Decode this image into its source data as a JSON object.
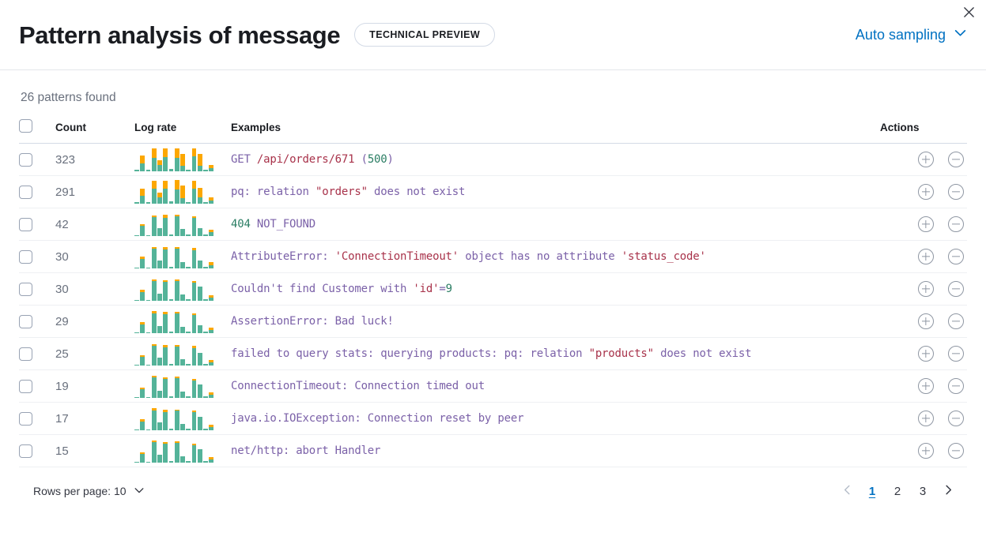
{
  "header": {
    "title": "Pattern analysis of message",
    "badge": "TECHNICAL PREVIEW",
    "sampling_label": "Auto sampling",
    "sampling_icon": "chevron-down-icon",
    "close_icon": "close-icon"
  },
  "summary": {
    "patterns_found": "26 patterns found"
  },
  "table": {
    "columns": {
      "select": "",
      "count": "Count",
      "log_rate": "Log rate",
      "examples": "Examples",
      "actions": "Actions"
    },
    "action_icons": {
      "include": "circle-plus-icon",
      "exclude": "circle-minus-icon"
    },
    "rows": [
      {
        "count": "323",
        "example_plain": "GET /api/orders/671 (500)",
        "example_tokens": [
          {
            "t": "GET ",
            "c": "base"
          },
          {
            "t": "/api/orders/671",
            "c": "str"
          },
          {
            "t": " (",
            "c": "base"
          },
          {
            "t": "500",
            "c": "num"
          },
          {
            "t": ")",
            "c": "base"
          }
        ],
        "bars": [
          {
            "b": 6,
            "o": 0
          },
          {
            "b": 34,
            "o": 32
          },
          {
            "b": 6,
            "o": 0
          },
          {
            "b": 58,
            "o": 40
          },
          {
            "b": 26,
            "o": 22
          },
          {
            "b": 60,
            "o": 38
          },
          {
            "b": 11,
            "o": 0
          },
          {
            "b": 56,
            "o": 42
          },
          {
            "b": 22,
            "o": 52
          },
          {
            "b": 7,
            "o": 0
          },
          {
            "b": 62,
            "o": 35
          },
          {
            "b": 22,
            "o": 52
          },
          {
            "b": 8,
            "o": 0
          },
          {
            "b": 14,
            "o": 14
          }
        ]
      },
      {
        "count": "291",
        "example_plain": "pq: relation \"orders\" does not exist",
        "example_tokens": [
          {
            "t": "pq: relation ",
            "c": "base"
          },
          {
            "t": "\"orders\"",
            "c": "str"
          },
          {
            "t": " does not exist",
            "c": "base"
          }
        ],
        "bars": [
          {
            "b": 6,
            "o": 0
          },
          {
            "b": 34,
            "o": 30
          },
          {
            "b": 6,
            "o": 0
          },
          {
            "b": 62,
            "o": 36
          },
          {
            "b": 26,
            "o": 20
          },
          {
            "b": 62,
            "o": 36
          },
          {
            "b": 10,
            "o": 0
          },
          {
            "b": 60,
            "o": 40
          },
          {
            "b": 24,
            "o": 52
          },
          {
            "b": 7,
            "o": 0
          },
          {
            "b": 64,
            "o": 34
          },
          {
            "b": 26,
            "o": 40
          },
          {
            "b": 7,
            "o": 0
          },
          {
            "b": 12,
            "o": 14
          }
        ]
      },
      {
        "count": "42",
        "example_plain": "404 NOT_FOUND",
        "example_tokens": [
          {
            "t": "404",
            "c": "num"
          },
          {
            "t": " NOT_FOUND",
            "c": "base"
          }
        ],
        "bars": [
          {
            "b": 5,
            "o": 0
          },
          {
            "b": 42,
            "o": 8
          },
          {
            "b": 5,
            "o": 0
          },
          {
            "b": 80,
            "o": 8
          },
          {
            "b": 34,
            "o": 0
          },
          {
            "b": 78,
            "o": 12
          },
          {
            "b": 8,
            "o": 0
          },
          {
            "b": 82,
            "o": 7
          },
          {
            "b": 30,
            "o": 0
          },
          {
            "b": 6,
            "o": 0
          },
          {
            "b": 76,
            "o": 8
          },
          {
            "b": 34,
            "o": 0
          },
          {
            "b": 6,
            "o": 0
          },
          {
            "b": 16,
            "o": 12
          }
        ]
      },
      {
        "count": "30",
        "example_plain": "AttributeError: 'ConnectionTimeout' object has no attribute 'status_code'",
        "example_tokens": [
          {
            "t": "AttributeError: ",
            "c": "base"
          },
          {
            "t": "'ConnectionTimeout'",
            "c": "str"
          },
          {
            "t": " object has no attribute ",
            "c": "base"
          },
          {
            "t": "'status_code'",
            "c": "str"
          }
        ],
        "bars": [
          {
            "b": 5,
            "o": 0
          },
          {
            "b": 40,
            "o": 9
          },
          {
            "b": 5,
            "o": 0
          },
          {
            "b": 82,
            "o": 8
          },
          {
            "b": 32,
            "o": 0
          },
          {
            "b": 80,
            "o": 9
          },
          {
            "b": 8,
            "o": 0
          },
          {
            "b": 84,
            "o": 6
          },
          {
            "b": 28,
            "o": 0
          },
          {
            "b": 6,
            "o": 0
          },
          {
            "b": 78,
            "o": 8
          },
          {
            "b": 32,
            "o": 0
          },
          {
            "b": 6,
            "o": 0
          },
          {
            "b": 15,
            "o": 11
          }
        ]
      },
      {
        "count": "30",
        "example_plain": "Couldn't find Customer with 'id'=9",
        "example_tokens": [
          {
            "t": "Couldn't find Customer with ",
            "c": "base"
          },
          {
            "t": "'id'",
            "c": "str"
          },
          {
            "t": "=",
            "c": "base"
          },
          {
            "t": "9",
            "c": "num"
          }
        ],
        "bars": [
          {
            "b": 5,
            "o": 0
          },
          {
            "b": 38,
            "o": 9
          },
          {
            "b": 5,
            "o": 0
          },
          {
            "b": 84,
            "o": 7
          },
          {
            "b": 30,
            "o": 0
          },
          {
            "b": 80,
            "o": 8
          },
          {
            "b": 8,
            "o": 0
          },
          {
            "b": 82,
            "o": 8
          },
          {
            "b": 26,
            "o": 0
          },
          {
            "b": 6,
            "o": 0
          },
          {
            "b": 78,
            "o": 7
          },
          {
            "b": 60,
            "o": 0
          },
          {
            "b": 6,
            "o": 0
          },
          {
            "b": 14,
            "o": 10
          }
        ]
      },
      {
        "count": "29",
        "example_plain": "AssertionError: Bad luck!",
        "example_tokens": [
          {
            "t": "AssertionError: Bad luck!",
            "c": "base"
          }
        ],
        "bars": [
          {
            "b": 5,
            "o": 0
          },
          {
            "b": 38,
            "o": 8
          },
          {
            "b": 5,
            "o": 0
          },
          {
            "b": 84,
            "o": 9
          },
          {
            "b": 30,
            "o": 0
          },
          {
            "b": 80,
            "o": 9
          },
          {
            "b": 8,
            "o": 0
          },
          {
            "b": 84,
            "o": 7
          },
          {
            "b": 28,
            "o": 0
          },
          {
            "b": 6,
            "o": 0
          },
          {
            "b": 76,
            "o": 8
          },
          {
            "b": 34,
            "o": 0
          },
          {
            "b": 6,
            "o": 0
          },
          {
            "b": 15,
            "o": 10
          }
        ]
      },
      {
        "count": "25",
        "example_plain": "failed to query stats: querying products: pq: relation \"products\" does not exist",
        "example_tokens": [
          {
            "t": "failed to query stats: querying products: pq: relation ",
            "c": "base"
          },
          {
            "t": "\"products\"",
            "c": "str"
          },
          {
            "t": " does not exist",
            "c": "base"
          }
        ],
        "bars": [
          {
            "b": 5,
            "o": 0
          },
          {
            "b": 36,
            "o": 8
          },
          {
            "b": 5,
            "o": 0
          },
          {
            "b": 82,
            "o": 8
          },
          {
            "b": 32,
            "o": 0
          },
          {
            "b": 78,
            "o": 9
          },
          {
            "b": 8,
            "o": 0
          },
          {
            "b": 80,
            "o": 6
          },
          {
            "b": 28,
            "o": 0
          },
          {
            "b": 6,
            "o": 0
          },
          {
            "b": 74,
            "o": 8
          },
          {
            "b": 54,
            "o": 0
          },
          {
            "b": 6,
            "o": 0
          },
          {
            "b": 14,
            "o": 9
          }
        ]
      },
      {
        "count": "19",
        "example_plain": "ConnectionTimeout: Connection timed out",
        "example_tokens": [
          {
            "t": "ConnectionTimeout: Connection timed out",
            "c": "base"
          }
        ],
        "bars": [
          {
            "b": 5,
            "o": 0
          },
          {
            "b": 36,
            "o": 7
          },
          {
            "b": 5,
            "o": 0
          },
          {
            "b": 86,
            "o": 6
          },
          {
            "b": 30,
            "o": 0
          },
          {
            "b": 80,
            "o": 8
          },
          {
            "b": 8,
            "o": 0
          },
          {
            "b": 84,
            "o": 5
          },
          {
            "b": 26,
            "o": 0
          },
          {
            "b": 6,
            "o": 0
          },
          {
            "b": 74,
            "o": 6
          },
          {
            "b": 58,
            "o": 0
          },
          {
            "b": 6,
            "o": 0
          },
          {
            "b": 14,
            "o": 8
          }
        ]
      },
      {
        "count": "17",
        "example_plain": "java.io.IOException: Connection reset by peer",
        "example_tokens": [
          {
            "t": "java.io.IOException: Connection reset by peer",
            "c": "base"
          }
        ],
        "bars": [
          {
            "b": 5,
            "o": 0
          },
          {
            "b": 38,
            "o": 8
          },
          {
            "b": 5,
            "o": 0
          },
          {
            "b": 84,
            "o": 9
          },
          {
            "b": 32,
            "o": 0
          },
          {
            "b": 78,
            "o": 10
          },
          {
            "b": 8,
            "o": 0
          },
          {
            "b": 82,
            "o": 6
          },
          {
            "b": 28,
            "o": 0
          },
          {
            "b": 6,
            "o": 0
          },
          {
            "b": 76,
            "o": 7
          },
          {
            "b": 56,
            "o": 0
          },
          {
            "b": 6,
            "o": 0
          },
          {
            "b": 15,
            "o": 9
          }
        ]
      },
      {
        "count": "15",
        "example_plain": "net/http: abort Handler",
        "example_tokens": [
          {
            "t": "net/http: abort Handler",
            "c": "base"
          }
        ],
        "bars": [
          {
            "b": 5,
            "o": 0
          },
          {
            "b": 36,
            "o": 9
          },
          {
            "b": 5,
            "o": 0
          },
          {
            "b": 86,
            "o": 8
          },
          {
            "b": 32,
            "o": 0
          },
          {
            "b": 80,
            "o": 8
          },
          {
            "b": 8,
            "o": 0
          },
          {
            "b": 84,
            "o": 6
          },
          {
            "b": 26,
            "o": 0
          },
          {
            "b": 6,
            "o": 0
          },
          {
            "b": 74,
            "o": 7
          },
          {
            "b": 56,
            "o": 0
          },
          {
            "b": 6,
            "o": 0
          },
          {
            "b": 14,
            "o": 9
          }
        ]
      }
    ]
  },
  "footer": {
    "rows_per_page": "Rows per page: 10",
    "rows_per_page_icon": "chevron-down-icon",
    "prev_icon": "chevron-left-icon",
    "next_icon": "chevron-right-icon",
    "pages": [
      "1",
      "2",
      "3"
    ],
    "active_page": "1"
  },
  "colors": {
    "bar_top": "#fca700",
    "bar_bottom": "#54b399",
    "link": "#0071c2",
    "text_muted": "#69707d",
    "token_string": "#a8324a",
    "token_number": "#2a7d63",
    "token_base": "#7b61a8"
  }
}
